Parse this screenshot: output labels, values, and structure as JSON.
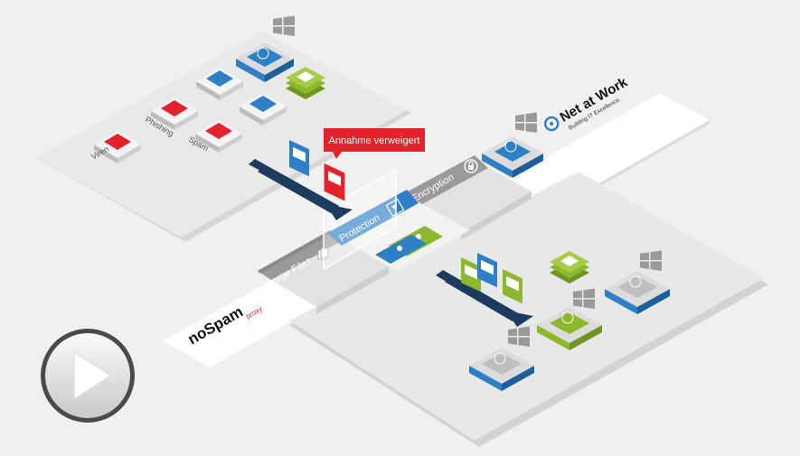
{
  "labels": {
    "rejected_callout": "Annahme verweigert",
    "protection": "Protection",
    "encryption": "Encryption",
    "large_files": "Large Files",
    "viren": "Viren",
    "phishing": "Phishing",
    "spam": "Spam"
  },
  "brand_netatwork": {
    "name": "Net at Work",
    "tagline": "Building IT Excellence."
  },
  "brand_nospam": {
    "name": "noSpam",
    "suffix": "proxy"
  },
  "colors": {
    "red": "#e3232b",
    "blue": "#2d7fc7",
    "green": "#8cb82e",
    "navy": "#1d3a5f",
    "gray_bar": "#8f8f8f"
  },
  "icons": {
    "play": "play-icon",
    "windows": "windows-icon",
    "mail": "envelope-icon",
    "user": "user-icon",
    "lock": "lock-icon",
    "files": "files-icon",
    "shield": "shield-icon"
  }
}
